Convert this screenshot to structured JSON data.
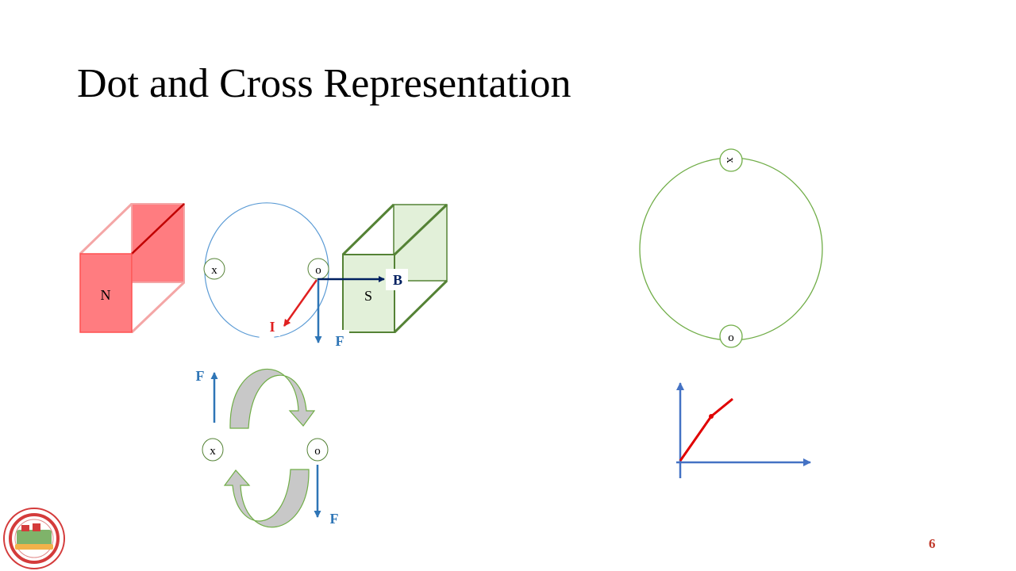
{
  "slide": {
    "title": "Dot and Cross Representation",
    "page_number": "6"
  },
  "magnets": {
    "north": {
      "label": "N",
      "color": "#ff7c80"
    },
    "south": {
      "label": "S",
      "color": "#e2f0d9"
    }
  },
  "conductors": {
    "cross_symbol": "x",
    "dot_symbol": "o"
  },
  "vectors": {
    "field": {
      "label": "B",
      "color": "#002060"
    },
    "current": {
      "label": "I",
      "color": "#e02020"
    },
    "force": {
      "label": "F",
      "color": "#2e75b6"
    }
  },
  "colors": {
    "coil_loop": "#5b9bd5",
    "green_outline": "#548235",
    "light_green": "#70ad47",
    "axis_blue": "#4472c4",
    "curve_red": "#e00000",
    "gray_fill": "#c8c8c8"
  }
}
